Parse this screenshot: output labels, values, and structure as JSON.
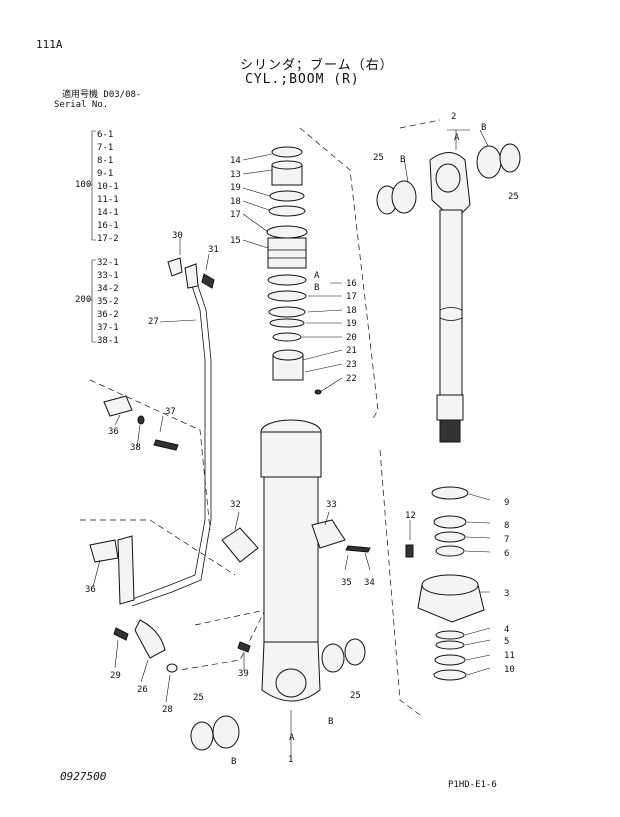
{
  "header": {
    "page_id": "111A",
    "title_jp": "シリンダ；ブーム（右）",
    "title_en": "CYL.;BOOM (R)",
    "serial_label_jp": "適用号機 D03/08-",
    "serial_label_en": "Serial No."
  },
  "serial_groups": {
    "group1_label": "100",
    "group1_items": [
      "6-1",
      "7-1",
      "8-1",
      "9-1",
      "10-1",
      "11-1",
      "14-1",
      "16-1",
      "17-2"
    ],
    "group2_label": "200",
    "group2_items": [
      "32-1",
      "33-1",
      "34-2",
      "35-2",
      "36-2",
      "37-1",
      "38-1"
    ]
  },
  "callouts": {
    "c1": "1",
    "c2": "2",
    "c3": "3",
    "c4": "4",
    "c5": "5",
    "c6": "6",
    "c7": "7",
    "c8": "8",
    "c9": "9",
    "c10": "10",
    "c11": "11",
    "c12": "12",
    "c13": "13",
    "c14": "14",
    "c15": "15",
    "c16": "16",
    "c17": "17",
    "c17b": "17",
    "c18": "18",
    "c18b": "18",
    "c19": "19",
    "c19b": "19",
    "c20": "20",
    "c21": "21",
    "c22": "22",
    "c23": "23",
    "c25a": "25",
    "c25b": "25",
    "c25c": "25",
    "c25d": "25",
    "c26": "26",
    "c27": "27",
    "c28": "28",
    "c29": "29",
    "c30": "30",
    "c31": "31",
    "c32": "32",
    "c33": "33",
    "c34": "34",
    "c35": "35",
    "c36a": "36",
    "c36b": "36",
    "c37": "37",
    "c38": "38",
    "c39": "39",
    "A1": "A",
    "A2": "A",
    "A3": "A",
    "B1": "B",
    "B2": "B",
    "B3": "B",
    "B4": "B",
    "B5": "B"
  },
  "footer": {
    "doc_code": "0927500",
    "page_code": "P1HD-E1-6"
  }
}
